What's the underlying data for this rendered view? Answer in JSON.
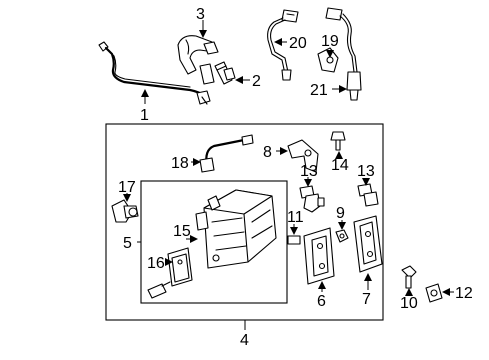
{
  "callouts": {
    "c1": "1",
    "c2": "2",
    "c3": "3",
    "c4": "4",
    "c5": "5",
    "c6": "6",
    "c7": "7",
    "c8": "8",
    "c9": "9",
    "c10": "10",
    "c11": "11",
    "c12": "12",
    "c13a": "13",
    "c13b": "13",
    "c14": "14",
    "c15": "15",
    "c16": "16",
    "c17": "17",
    "c18": "18",
    "c19": "19",
    "c20": "20",
    "c21": "21"
  }
}
